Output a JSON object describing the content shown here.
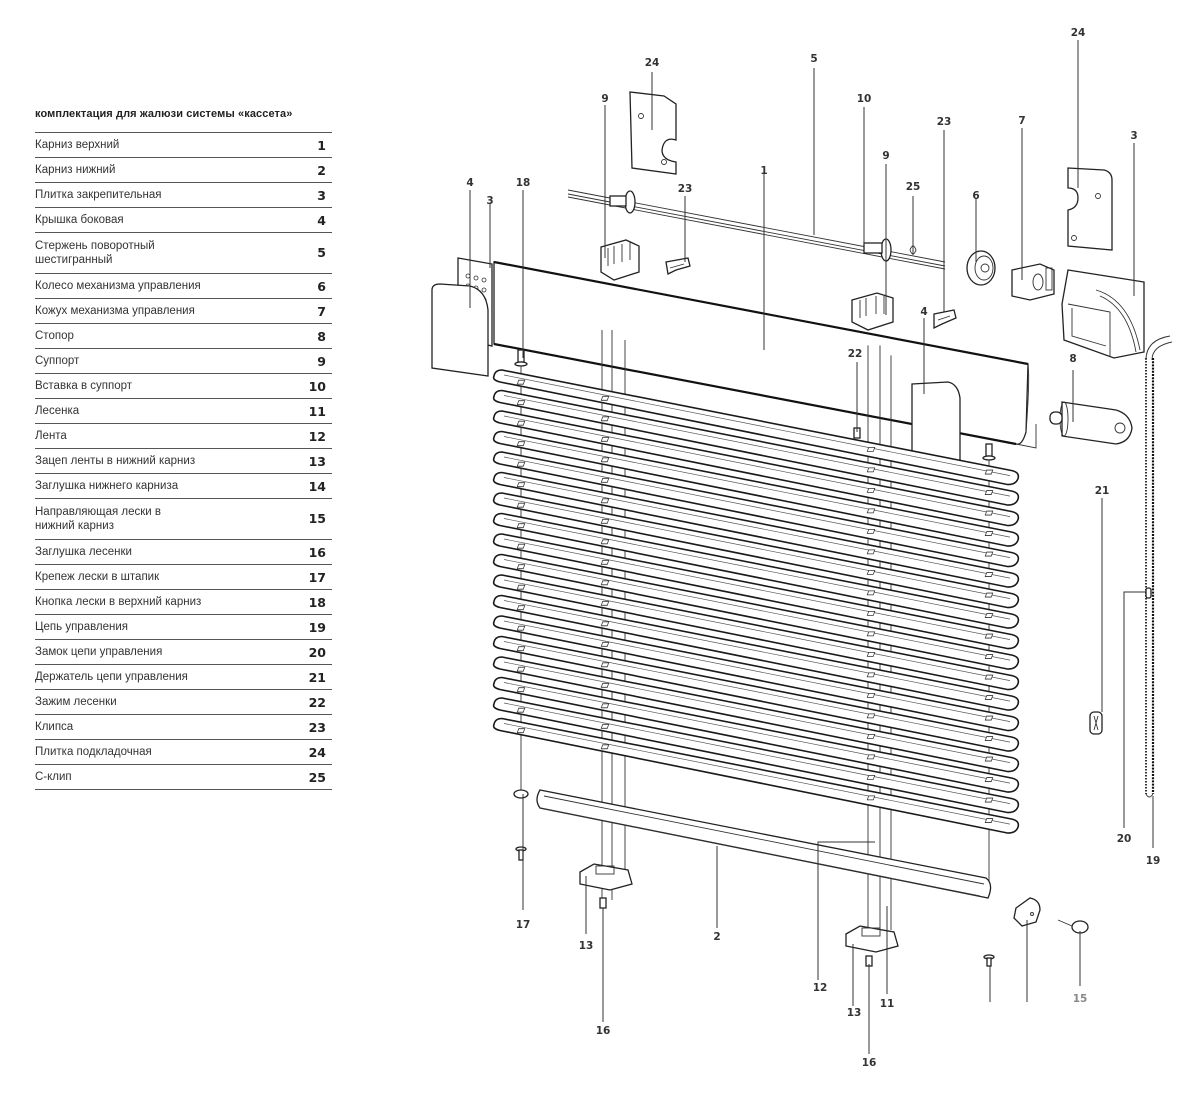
{
  "legend": {
    "title": "комплектация для жалюзи системы «кассета»",
    "items": [
      {
        "name": "Карниз верхний",
        "number": "1"
      },
      {
        "name": "Карниз нижний",
        "number": "2"
      },
      {
        "name": "Плитка закрепительная",
        "number": "3"
      },
      {
        "name": "Крышка боковая",
        "number": "4"
      },
      {
        "name": "Стержень поворотный шестигранный",
        "number": "5"
      },
      {
        "name": "Колесо механизма управления",
        "number": "6"
      },
      {
        "name": "Кожух механизма управления",
        "number": "7"
      },
      {
        "name": "Стопор",
        "number": "8"
      },
      {
        "name": "Суппорт",
        "number": "9"
      },
      {
        "name": "Вставка в суппорт",
        "number": "10"
      },
      {
        "name": "Лесенка",
        "number": "11"
      },
      {
        "name": "Лента",
        "number": "12"
      },
      {
        "name": "Зацеп ленты в нижний карниз",
        "number": "13"
      },
      {
        "name": "Заглушка нижнего карниза",
        "number": "14"
      },
      {
        "name": "Направляющая лески в нижний карниз",
        "number": "15"
      },
      {
        "name": "Заглушка лесенки",
        "number": "16"
      },
      {
        "name": "Крепеж лески в штапик",
        "number": "17"
      },
      {
        "name": "Кнопка лески в верхний карниз",
        "number": "18"
      },
      {
        "name": "Цепь управления",
        "number": "19"
      },
      {
        "name": "Замок цепи управления",
        "number": "20"
      },
      {
        "name": "Держатель цепи управления",
        "number": "21"
      },
      {
        "name": "Зажим лесенки",
        "number": "22"
      },
      {
        "name": "Клипса",
        "number": "23"
      },
      {
        "name": "Плитка подкладочная",
        "number": "24"
      },
      {
        "name": "С-клип",
        "number": "25"
      }
    ]
  },
  "diagram": {
    "slat_count": 18,
    "callouts": {
      "c24a": "24",
      "c9a": "9",
      "c5": "5",
      "c10": "10",
      "c9b": "9",
      "c23a": "23",
      "c25": "25",
      "c23b": "23",
      "c6": "6",
      "c7": "7",
      "c24b": "24",
      "c3b": "3",
      "c4a": "4",
      "c3a": "3",
      "c18": "18",
      "c1": "1",
      "c4b": "4",
      "c22": "22",
      "c8": "8",
      "c21": "21",
      "c20": "20",
      "c19": "19",
      "c17": "17",
      "c13a": "13",
      "c16a": "16",
      "c2": "2",
      "c12": "12",
      "c13b": "13",
      "c11": "11",
      "c16b": "16",
      "c14": "",
      "c15": "15"
    }
  }
}
